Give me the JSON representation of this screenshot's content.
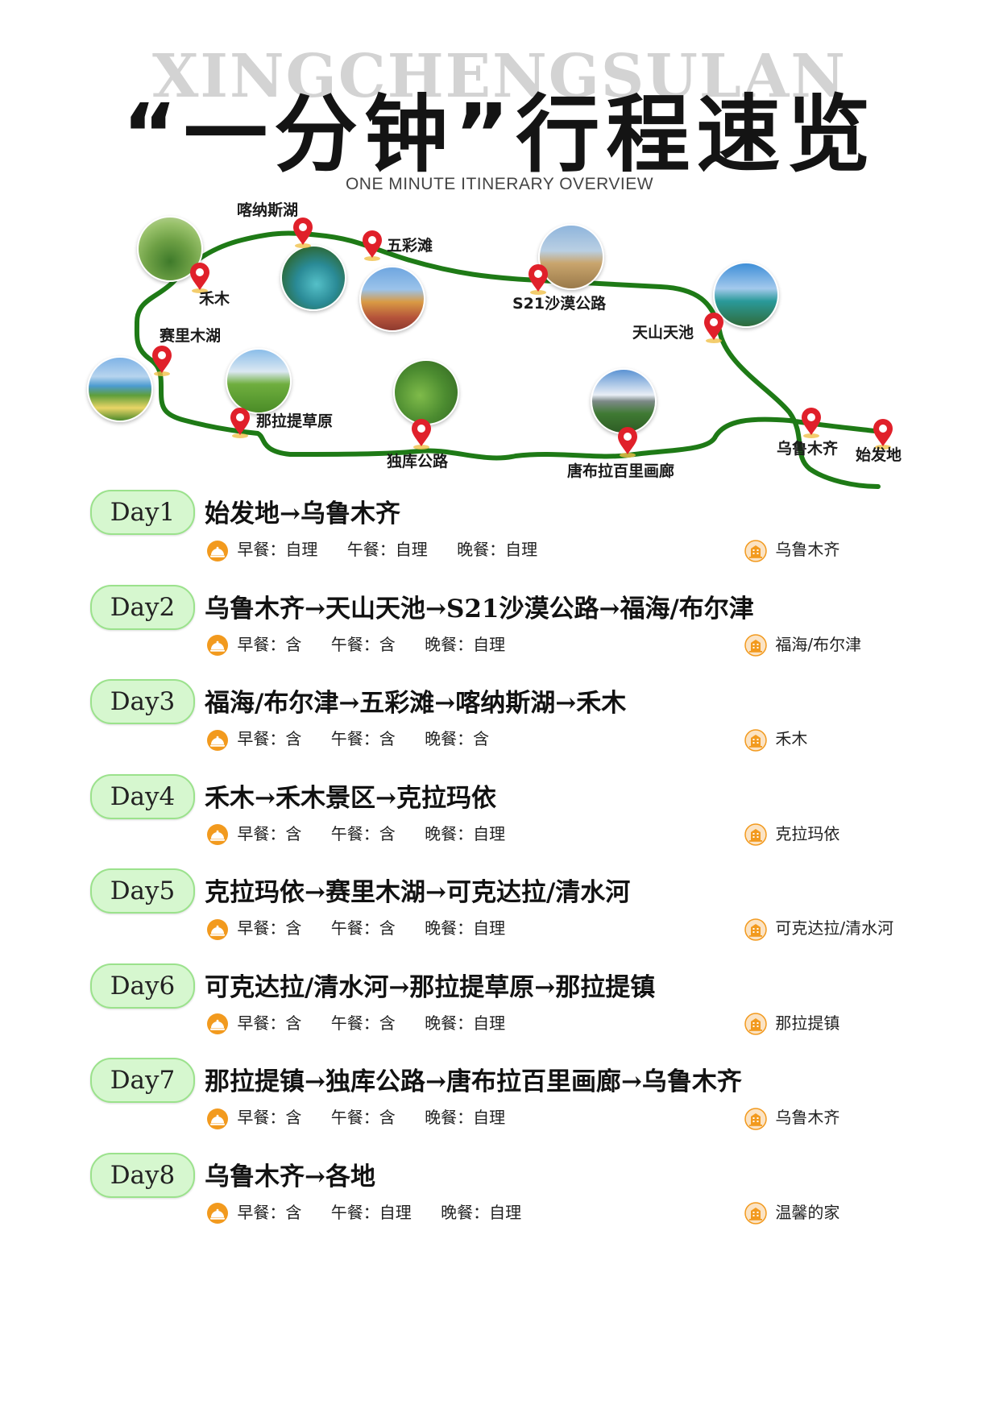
{
  "header": {
    "watermark": "XINGCHENGSULAN",
    "title": "“一分钟”行程速览",
    "subtitle": "ONE MINUTE ITINERARY OVERVIEW"
  },
  "colors": {
    "route_line": "#1e7a16",
    "pin": "#e0202a",
    "badge_bg": "#d6f7cf",
    "badge_border": "#9be28c"
  },
  "map": {
    "pins": [
      {
        "name": "喀纳斯湖"
      },
      {
        "name": "五彩滩"
      },
      {
        "name": "禾木"
      },
      {
        "name": "S21沙漠公路"
      },
      {
        "name": "天山天池"
      },
      {
        "name": "赛里木湖"
      },
      {
        "name": "那拉提草原"
      },
      {
        "name": "独库公路"
      },
      {
        "name": "唐布拉百里画廊"
      },
      {
        "name": "乌鲁木齐"
      },
      {
        "name": "始发地"
      }
    ]
  },
  "days": [
    {
      "label": "Day1",
      "route": "始发地→乌鲁木齐",
      "meals": [
        "早餐：自理",
        "午餐：自理",
        "晚餐：自理"
      ],
      "hotel": "乌鲁木齐"
    },
    {
      "label": "Day2",
      "route": "乌鲁木齐→天山天池→S21沙漠公路→福海/布尔津",
      "meals": [
        "早餐：含",
        "午餐：含",
        "晚餐：自理"
      ],
      "hotel": "福海/布尔津"
    },
    {
      "label": "Day3",
      "route": "福海/布尔津→五彩滩→喀纳斯湖→禾木",
      "meals": [
        "早餐：含",
        "午餐：含",
        "晚餐：含"
      ],
      "hotel": "禾木"
    },
    {
      "label": "Day4",
      "route": "禾木→禾木景区→克拉玛依",
      "meals": [
        "早餐：含",
        "午餐：含",
        "晚餐：自理"
      ],
      "hotel": "克拉玛依"
    },
    {
      "label": "Day5",
      "route": "克拉玛依→赛里木湖→可克达拉/清水河",
      "meals": [
        "早餐：含",
        "午餐：含",
        "晚餐：自理"
      ],
      "hotel": "可克达拉/清水河"
    },
    {
      "label": "Day6",
      "route": "可克达拉/清水河→那拉提草原→那拉提镇",
      "meals": [
        "早餐：含",
        "午餐：含",
        "晚餐：自理"
      ],
      "hotel": "那拉提镇"
    },
    {
      "label": "Day7",
      "route": "那拉提镇→独库公路→唐布拉百里画廊→乌鲁木齐",
      "meals": [
        "早餐：含",
        "午餐：含",
        "晚餐：自理"
      ],
      "hotel": "乌鲁木齐"
    },
    {
      "label": "Day8",
      "route": "乌鲁木齐→各地",
      "meals": [
        "早餐：含",
        "午餐：自理",
        "晚餐：自理"
      ],
      "hotel": "温馨的家"
    }
  ]
}
